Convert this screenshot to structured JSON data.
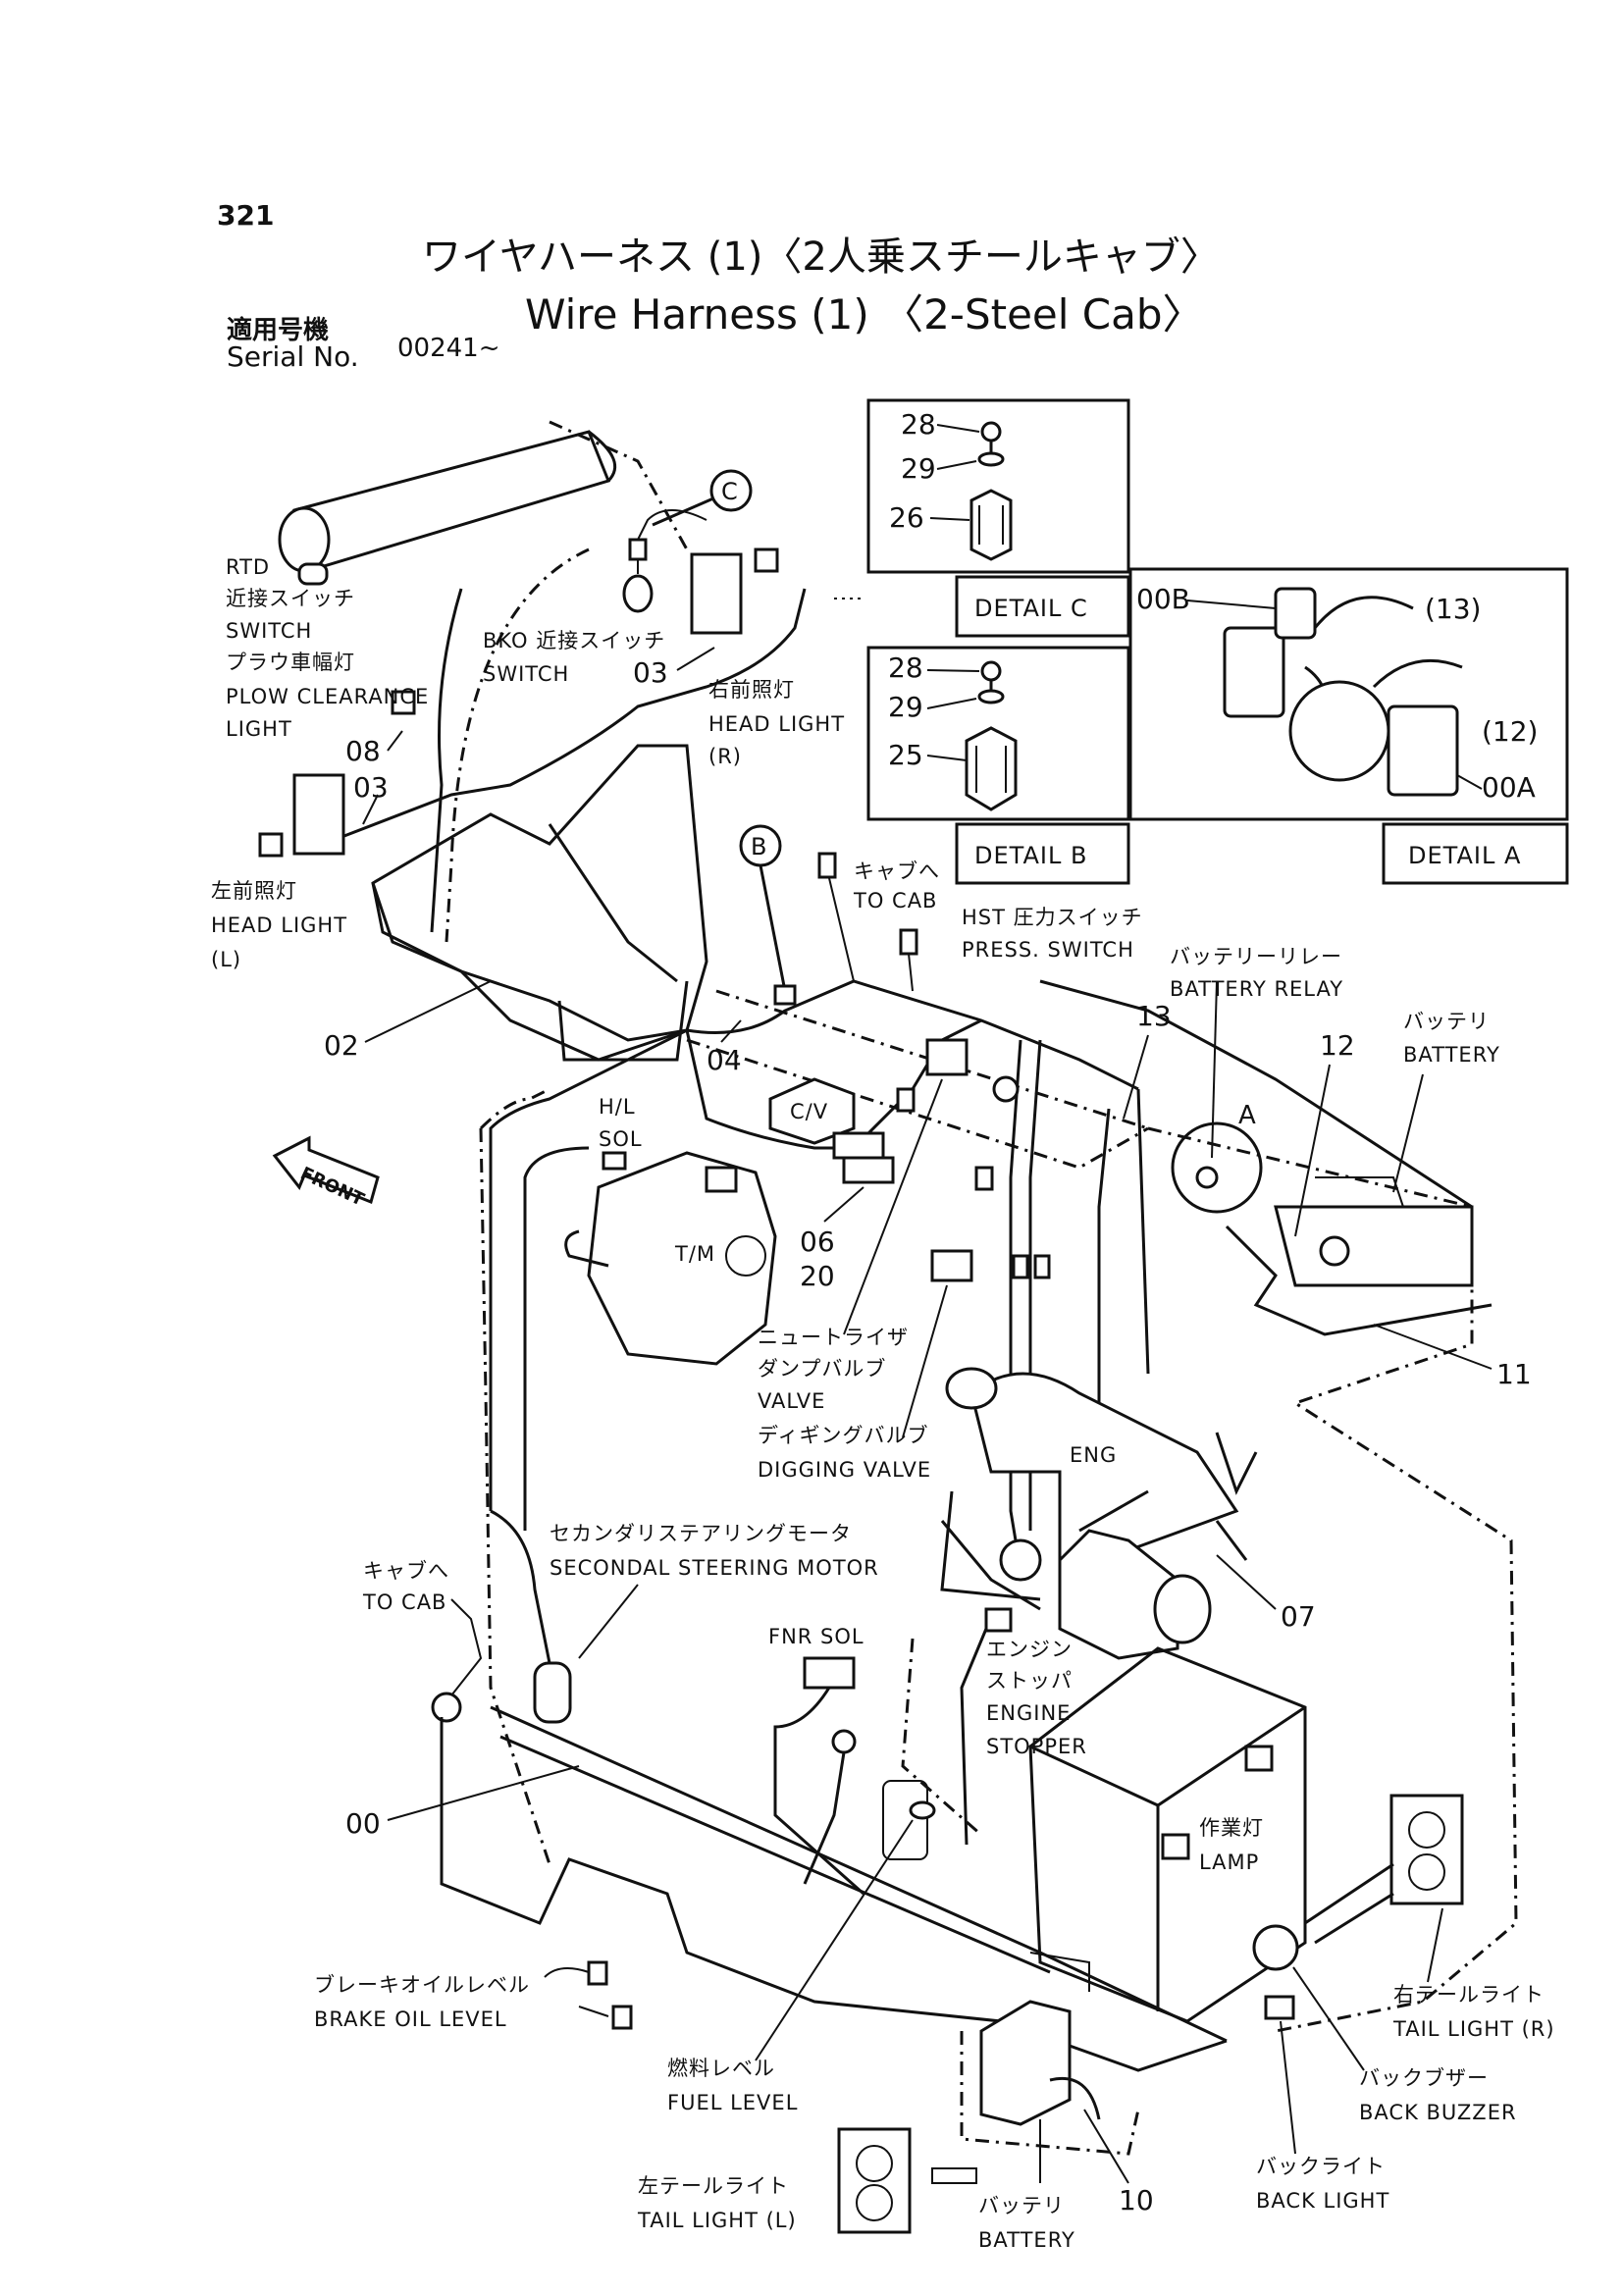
{
  "page": {
    "number": "321",
    "title_jp": "ワイヤハーネス (1)〈2人乗スチールキャブ〉",
    "title_en": "Wire Harness (1) 〈2-Steel Cab〉",
    "serial_label_jp": "適用号機",
    "serial_label_en": "Serial No.",
    "serial_value": "00241~"
  },
  "details": {
    "c": "DETAIL C",
    "b": "DETAIL B",
    "a": "DETAIL A",
    "c_parts": [
      "28",
      "29",
      "26"
    ],
    "b_parts": [
      "28",
      "29",
      "25"
    ],
    "a_parts": [
      "00B",
      "(13)",
      "(12)",
      "00A"
    ]
  },
  "callouts": {
    "b": "B",
    "c": "C",
    "a": "A"
  },
  "labels": {
    "rtd_1": "RTD",
    "rtd_2": "近接スイッチ",
    "rtd_3": "SWITCH",
    "plow_1": "プラウ車幅灯",
    "plow_2": "PLOW CLEARANCE",
    "plow_3": "LIGHT",
    "bko_1": "BKO 近接スイッチ",
    "bko_2": "SWITCH",
    "hlr_1": "右前照灯",
    "hlr_2": "HEAD LIGHT",
    "hlr_3": "(R)",
    "hll_1": "左前照灯",
    "hll_2": "HEAD LIGHT",
    "hll_3": "(L)",
    "tocab1_1": "キャブへ",
    "tocab1_2": "TO CAB",
    "hst_1": "HST 圧力スイッチ",
    "hst_2": "PRESS. SWITCH",
    "brelay_1": "バッテリーリレー",
    "brelay_2": "BATTERY RELAY",
    "batt1_1": "バッテリ",
    "batt1_2": "BATTERY",
    "hl_sol_1": "H/L",
    "hl_sol_2": "SOL",
    "front": "FRONT",
    "cv": "C/V",
    "tm": "T/M",
    "neut_1": "ニュートライザ",
    "neut_2": "ダンプバルブ",
    "neut_3": "VALVE",
    "dig_1": "ディギングバルブ",
    "dig_2": "DIGGING VALVE",
    "eng": "ENG",
    "steer_1": "セカンダリステアリングモータ",
    "steer_2": "SECONDAL STEERING MOTOR",
    "tocab2_1": "キャブへ",
    "tocab2_2": "TO CAB",
    "fnr": "FNR SOL",
    "estop_1": "エンジン",
    "estop_2": "ストッパ",
    "estop_3": "ENGINE",
    "estop_4": "STOPPER",
    "lamp_1": "作業灯",
    "lamp_2": "LAMP",
    "brake_1": "ブレーキオイルレベル",
    "brake_2": "BRAKE OIL LEVEL",
    "fuel_1": "燃料レベル",
    "fuel_2": "FUEL LEVEL",
    "tlr_1": "右テールライト",
    "tlr_2": "TAIL LIGHT (R)",
    "buzz_1": "バックブザー",
    "buzz_2": "BACK BUZZER",
    "bl_1": "バックライト",
    "bl_2": "BACK LIGHT",
    "tll_1": "左テールライト",
    "tll_2": "TAIL LIGHT (L)",
    "batt2_1": "バッテリ",
    "batt2_2": "BATTERY"
  },
  "part_numbers": {
    "p08": "08",
    "p03a": "03",
    "p03b": "03",
    "p02": "02",
    "p04": "04",
    "p06": "06",
    "p20": "20",
    "p13": "13",
    "p12": "12",
    "p11": "11",
    "p07": "07",
    "p00": "00",
    "p10": "10"
  }
}
